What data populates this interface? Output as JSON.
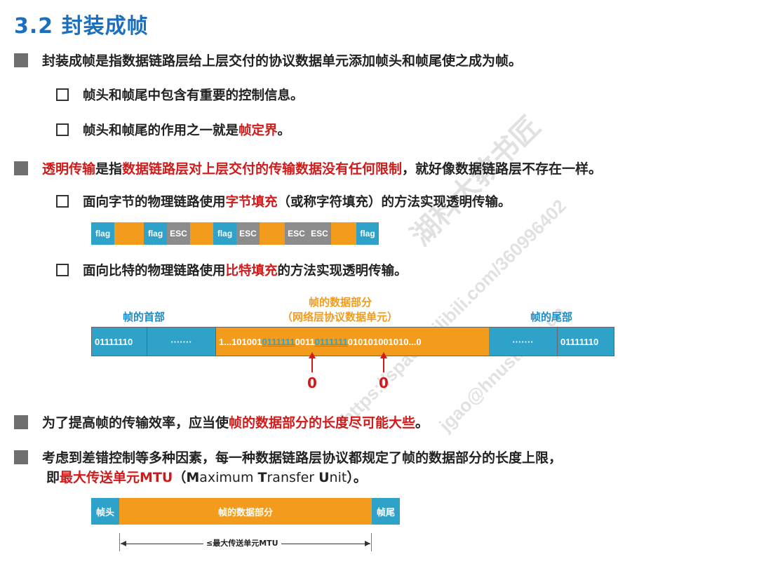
{
  "title": "3.2 封装成帧",
  "bullets": {
    "b1": "封装成帧是指数据链路层给上层交付的协议数据单元添加帧头和帧尾使之成为帧。",
    "b1_sub1": "帧头和帧尾中包含有重要的控制信息。",
    "b1_sub2_pre": "帧头和帧尾的作用之一就是",
    "b1_sub2_red": "帧定界",
    "b1_sub2_post": "。",
    "b2_red1": "透明传输",
    "b2_mid": " 是指",
    "b2_red2": "数据链路层对上层交付的传输数据没有任何限制",
    "b2_post": "，就好像数据链路层不存在一样。",
    "b2_sub1_pre": "面向字节的物理链路使用",
    "b2_sub1_red": "字节填充",
    "b2_sub1_post": "（或称字符填充）的方法实现透明传输。",
    "b2_sub2_pre": "面向比特的物理链路使用",
    "b2_sub2_red": "比特填充",
    "b2_sub2_post": "的方法实现透明传输。",
    "b3_pre": "为了提高帧的传输效率，应当使",
    "b3_red": "帧的数据部分的长度尽可能大些",
    "b3_post": "。",
    "b4_line1": "考虑到差错控制等多种因素，每一种数据链路层协议都规定了帧的数据部分的长度上限，",
    "b4_pre": "即",
    "b4_red": "最大传送单元MTU",
    "b4_paren_open": "（",
    "b4_M": "M",
    "b4_aximum": "aximum ",
    "b4_T": "T",
    "b4_ransfer": "ransfer ",
    "b4_U": "U",
    "b4_nit": "nit",
    "b4_paren_close": "）。"
  },
  "byte_stuffing": {
    "segments": [
      {
        "label": "flag",
        "kind": "flag"
      },
      {
        "label": "",
        "kind": "data"
      },
      {
        "label": "flag",
        "kind": "flag"
      },
      {
        "label": "ESC",
        "kind": "esc"
      },
      {
        "label": "",
        "kind": "data"
      },
      {
        "label": "flag",
        "kind": "flag"
      },
      {
        "label": "ESC",
        "kind": "esc"
      },
      {
        "label": "",
        "kind": "data"
      },
      {
        "label": "ESC",
        "kind": "esc"
      },
      {
        "label": "ESC",
        "kind": "esc"
      },
      {
        "label": "",
        "kind": "data"
      },
      {
        "label": "flag",
        "kind": "flag"
      }
    ]
  },
  "bit_stuffing": {
    "header_label": "帧的首部",
    "data_label_1": "帧的数据部分",
    "data_label_2": "（网络层协议数据单元）",
    "trailer_label": "帧的尾部",
    "head_flag": "01111110",
    "head_dots": "·······",
    "data_p1": "1...101001",
    "data_hl1": "0111111",
    "data_p2": "0011",
    "data_hl2": "0111111",
    "data_p3": "010101001010...0",
    "tail_dots": "·······",
    "tail_flag": "01111110",
    "inserted_bit_1": "0",
    "inserted_bit_2": "0"
  },
  "mtu_frame": {
    "head": "帧头",
    "data": "帧的数据部分",
    "tail": "帧尾",
    "dimension": "≤最大传送单元MTU"
  },
  "watermark": {
    "line1": "湖科大教书匠",
    "line2": "https://space.bilibili.com/360996402",
    "line3": "jgao@hnust.edu.cn"
  },
  "colors": {
    "title_blue": "#1a6fbf",
    "highlight_red": "#d11a1a",
    "frame_blue": "#2ea2c9",
    "frame_orange": "#f29b1d",
    "esc_gray": "#8c8c8c"
  }
}
